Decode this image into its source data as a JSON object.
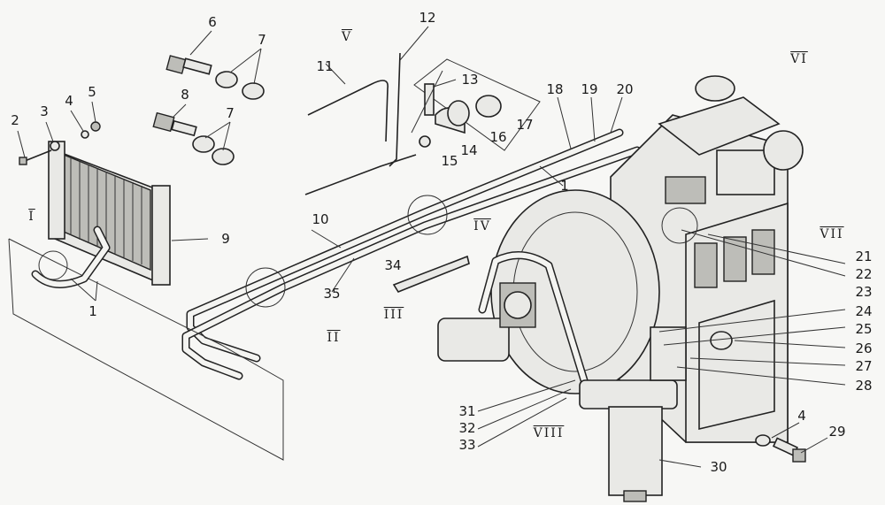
{
  "diagram": {
    "part_labels": [
      "1",
      "1",
      "1",
      "2",
      "3",
      "4",
      "4",
      "5",
      "6",
      "7",
      "7",
      "8",
      "9",
      "10",
      "11",
      "12",
      "13",
      "14",
      "15",
      "16",
      "17",
      "18",
      "19",
      "20",
      "21",
      "22",
      "23",
      "24",
      "25",
      "26",
      "27",
      "28",
      "29",
      "30",
      "31",
      "32",
      "33",
      "34",
      "35"
    ],
    "detail_labels": [
      "I",
      "II",
      "III",
      "IV",
      "V",
      "VI",
      "VII",
      "VIII"
    ]
  }
}
